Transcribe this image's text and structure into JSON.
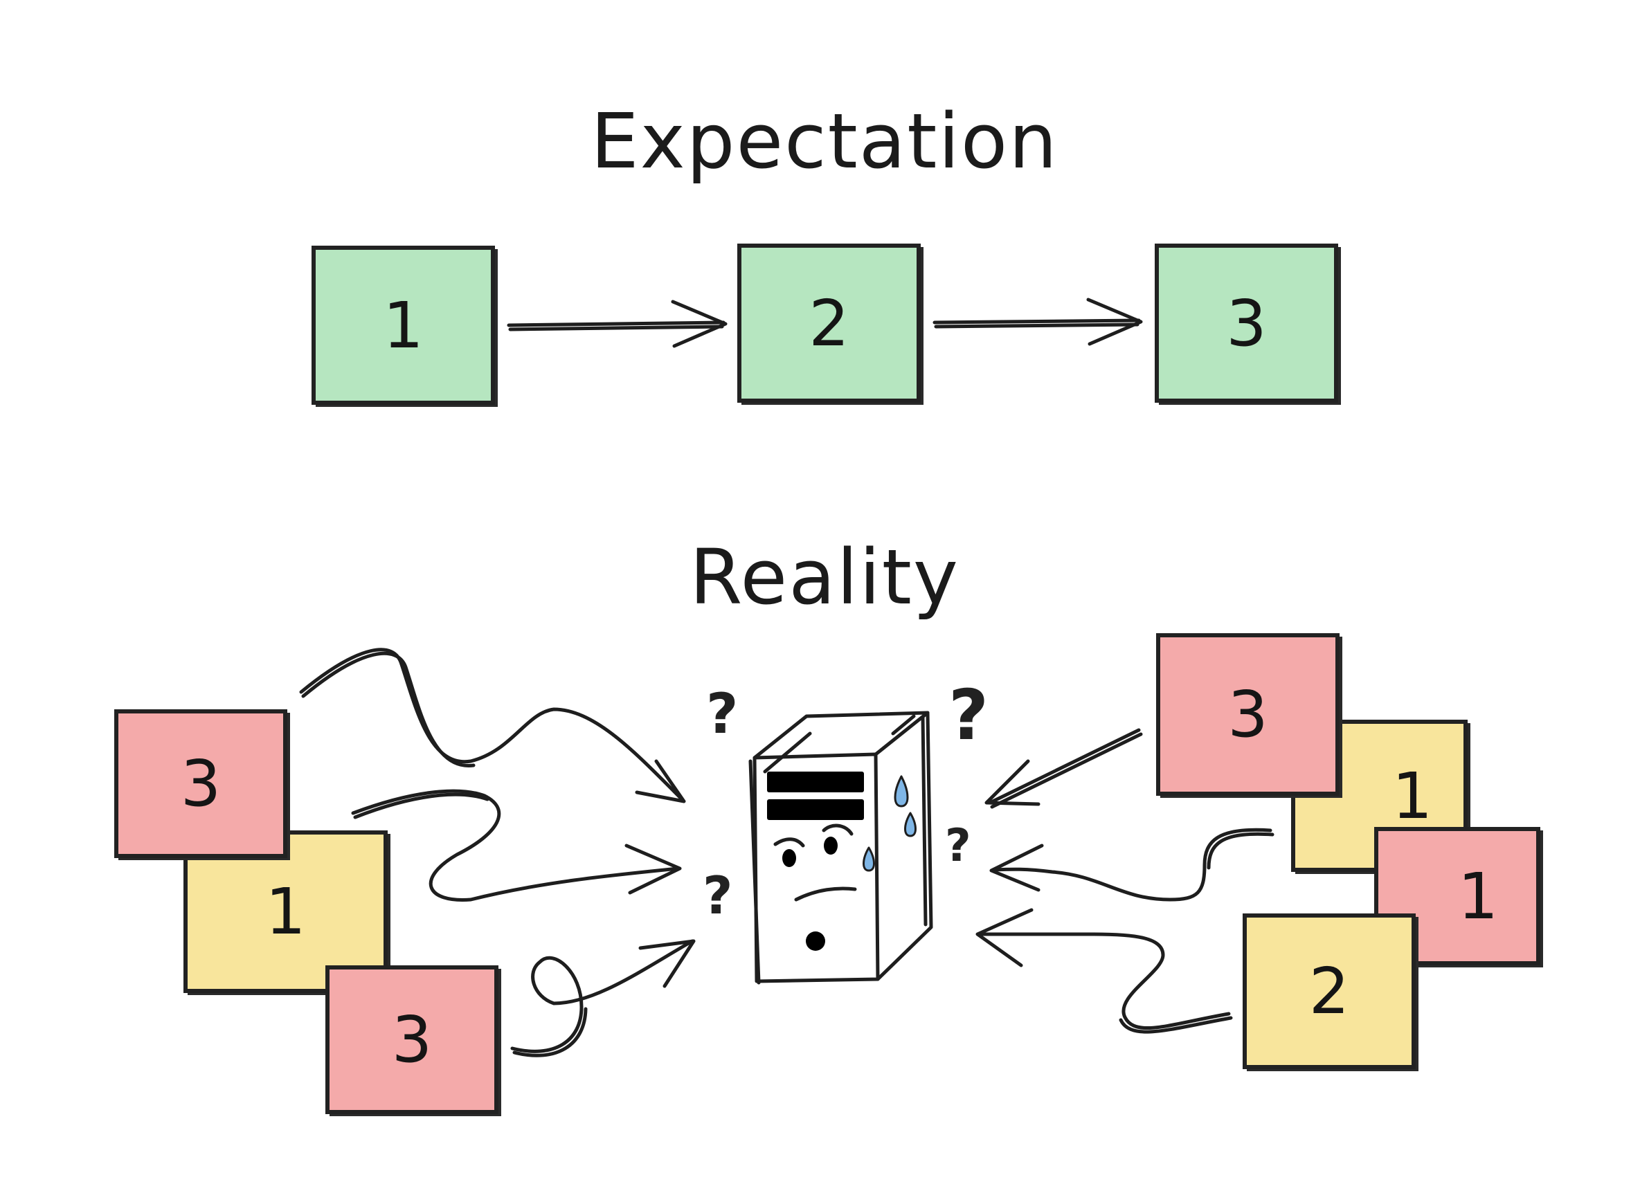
{
  "titles": {
    "expectation": "Expectation",
    "reality": "Reality"
  },
  "colors": {
    "green": "#b6e6c0",
    "red": "#f4aaaa",
    "yellow": "#f8e59c",
    "drop": "#7fb6e6",
    "ink": "#1e1e1e"
  },
  "expectation": {
    "boxes": [
      {
        "label": "1"
      },
      {
        "label": "2"
      },
      {
        "label": "3"
      }
    ]
  },
  "reality": {
    "left_boxes": [
      {
        "label": "3"
      },
      {
        "label": "1"
      },
      {
        "label": "3"
      }
    ],
    "right_boxes": [
      {
        "label": "3"
      },
      {
        "label": "1"
      },
      {
        "label": "1"
      },
      {
        "label": "2"
      }
    ],
    "question_mark": "?",
    "icon": "confused-sweating-computer-icon"
  }
}
